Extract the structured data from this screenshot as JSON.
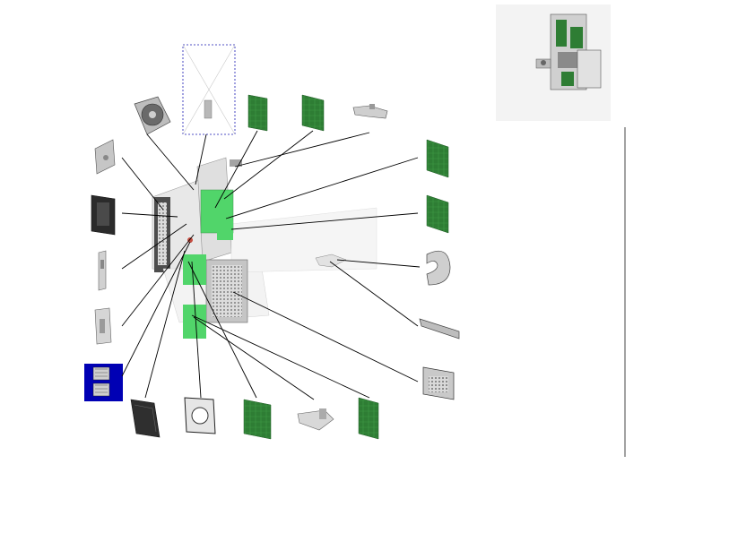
{
  "diagram": {
    "type": "exploded-parts-view",
    "parts": [
      {
        "id": "fan"
      },
      {
        "id": "placeholder"
      },
      {
        "id": "card-a"
      },
      {
        "id": "card-b"
      },
      {
        "id": "top-bracket"
      },
      {
        "id": "side-plate"
      },
      {
        "id": "bezel"
      },
      {
        "id": "slot-bracket-1"
      },
      {
        "id": "slot-bracket-2"
      },
      {
        "id": "selected-ports"
      },
      {
        "id": "ssd"
      },
      {
        "id": "cage-frame"
      },
      {
        "id": "card-c"
      },
      {
        "id": "small-bracket"
      },
      {
        "id": "card-d"
      },
      {
        "id": "card-right-1"
      },
      {
        "id": "card-right-2"
      },
      {
        "id": "crescent-bracket"
      },
      {
        "id": "long-bracket"
      },
      {
        "id": "drive-cage"
      }
    ]
  },
  "colors": {
    "pcb": "#2e7d34",
    "pcb_light": "#4caf50",
    "highlight_pcb": "#3fd15a",
    "selection_fill": "#0000b4",
    "placeholder_border": "#1a1ab4",
    "metal": "#c8c8c8",
    "metal_dark": "#7a7a7a",
    "divider": "#444444"
  }
}
